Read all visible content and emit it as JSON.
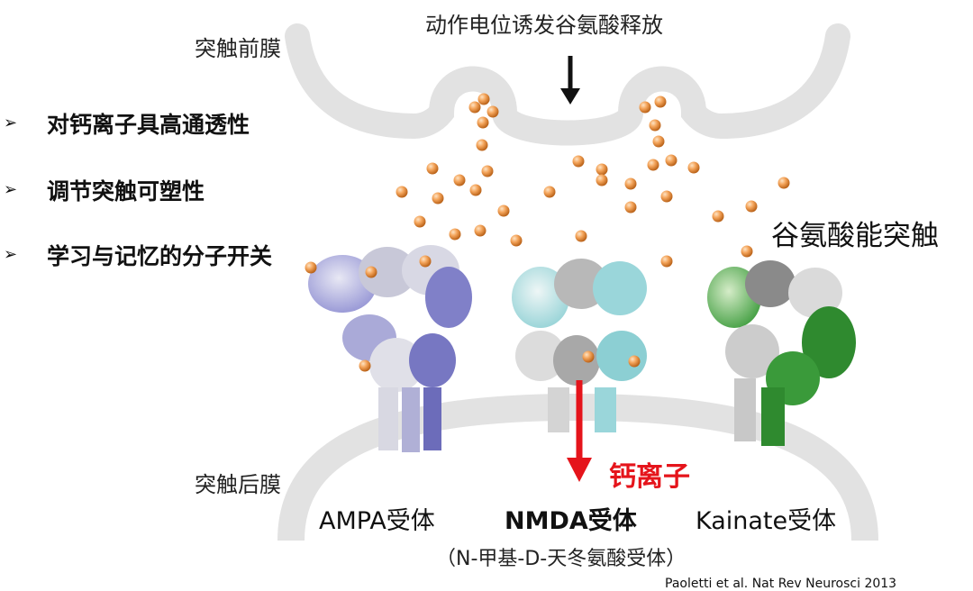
{
  "labels": {
    "top_caption": "动作电位诱发谷氨酸释放",
    "presynaptic": "突触前膜",
    "postsynaptic": "突触后膜",
    "synapse_type": "谷氨酸能突触",
    "calcium_ions": "钙离子"
  },
  "bullets": {
    "marker": "➢",
    "items": [
      "对钙离子具高通透性",
      "调节突触可塑性",
      "学习与记忆的分子开关"
    ]
  },
  "receptors": {
    "ampa": "AMPA受体",
    "nmda": "NMDA受体",
    "kainate": "Kainate受体",
    "nmda_fullname": "（N-甲基-D-天冬氨酸受体）"
  },
  "citation": "Paoletti et al. Nat Rev Neurosci 2013",
  "colors": {
    "membrane": "#e2e2e2",
    "vesicle_fill": "#f4a45a",
    "ampa": "#8e8ed2",
    "nmda": "#8ed0d4",
    "kainate": "#3a9a3a",
    "arrow_red": "#e5141b"
  }
}
